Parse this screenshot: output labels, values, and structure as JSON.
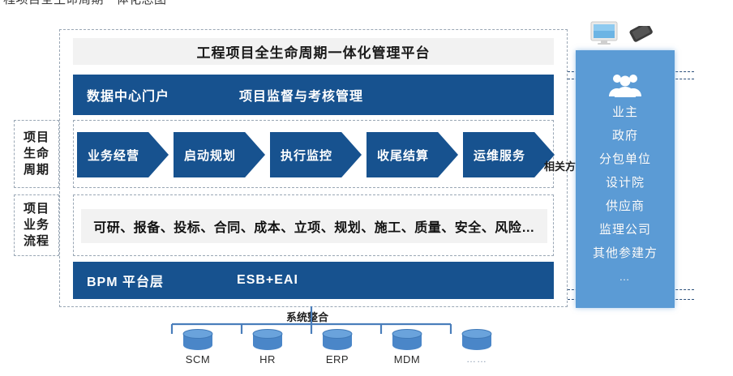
{
  "caption": "程项目全生命周期一体化总图",
  "colors": {
    "dark_blue": "#17528f",
    "light_blue": "#5b9bd5",
    "band_gray": "#f2f2f2",
    "dash_border": "#9aa7b5"
  },
  "title_band": {
    "title": "工程项目全生命周期一体化管理平台"
  },
  "portal_band": {
    "left_label": "数据中心门户",
    "right_label": "项目监督与考核管理"
  },
  "side_labels": {
    "lifecycle": "项目\n生命\n周期",
    "process": "项目\n业务\n流程"
  },
  "lifecycle": {
    "stages": [
      {
        "label": "业务经营"
      },
      {
        "label": "启动规划"
      },
      {
        "label": "执行监控"
      },
      {
        "label": "收尾结算"
      },
      {
        "label": "运维服务"
      }
    ],
    "related_parties_label": "相关方"
  },
  "business_process": {
    "items_text": "可研、报备、投标、合同、成本、立项、规划、施工、质量、安全、风险…"
  },
  "platform_band": {
    "left_label": "BPM  平台层",
    "right_label": "ESB+EAI"
  },
  "stakeholders": {
    "icon": "people-group-icon",
    "items": [
      {
        "label": "业主"
      },
      {
        "label": "政府"
      },
      {
        "label": "分包单位"
      },
      {
        "label": "设计院"
      },
      {
        "label": "供应商"
      },
      {
        "label": "监理公司"
      },
      {
        "label": "其他参建方"
      },
      {
        "label": "…"
      }
    ]
  },
  "devices": {
    "monitor": "monitor-icon",
    "phone": "smartphone-icon"
  },
  "system_integration": {
    "label": "系统整合",
    "systems": [
      {
        "label": "SCM"
      },
      {
        "label": "HR"
      },
      {
        "label": "ERP"
      },
      {
        "label": "MDM"
      },
      {
        "label": "……"
      }
    ]
  }
}
